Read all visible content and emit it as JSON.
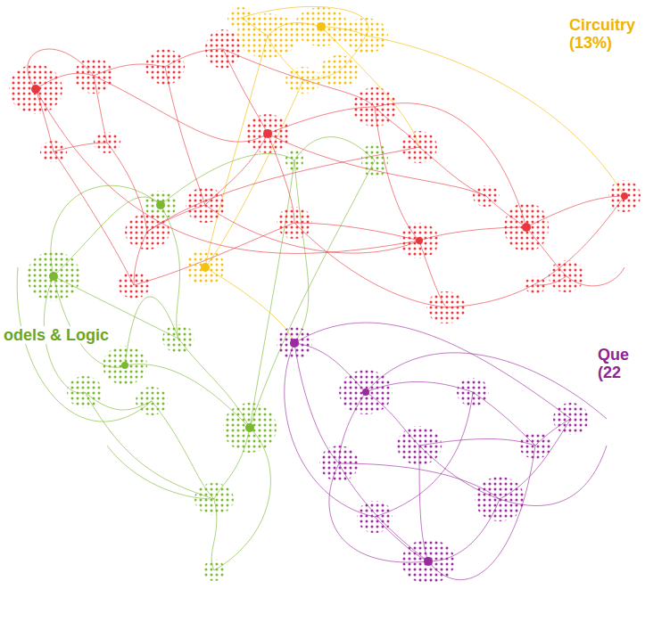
{
  "diagram": {
    "labels": [
      "Circuitry",
      "(13%)",
      "odels & Logic",
      "Que",
      "(22"
    ]
  }
}
